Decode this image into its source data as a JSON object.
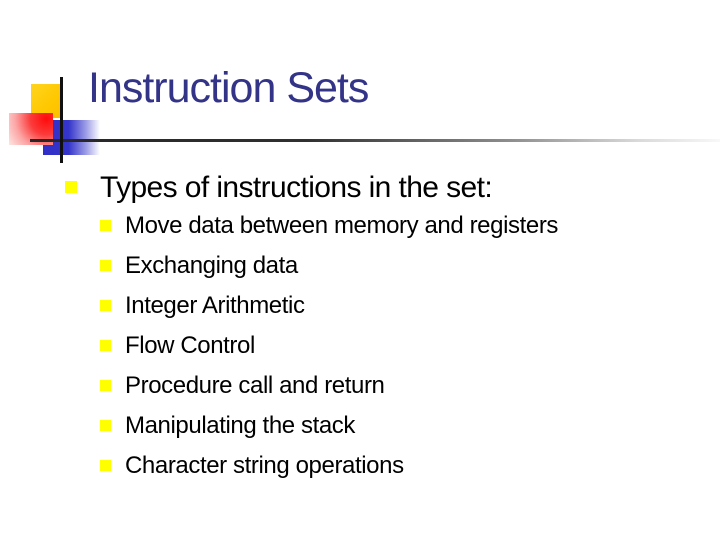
{
  "slide": {
    "title": "Instruction Sets",
    "main_bullet": "Types of instructions in the set:",
    "sub_bullets": [
      "Move data between memory and registers",
      "Exchanging data",
      "Integer Arithmetic",
      "Flow Control",
      "Procedure call and return",
      "Manipulating the stack",
      "Character string operations"
    ]
  },
  "colors": {
    "title_text": "#333388",
    "body_text": "#000000",
    "bullet_marker": "#ffff00",
    "deco_yellow_square": "#ffc800",
    "deco_blue_square": "#3333cc",
    "deco_red_square": "#ff0a0a",
    "rule_line_dark": "#262626"
  }
}
